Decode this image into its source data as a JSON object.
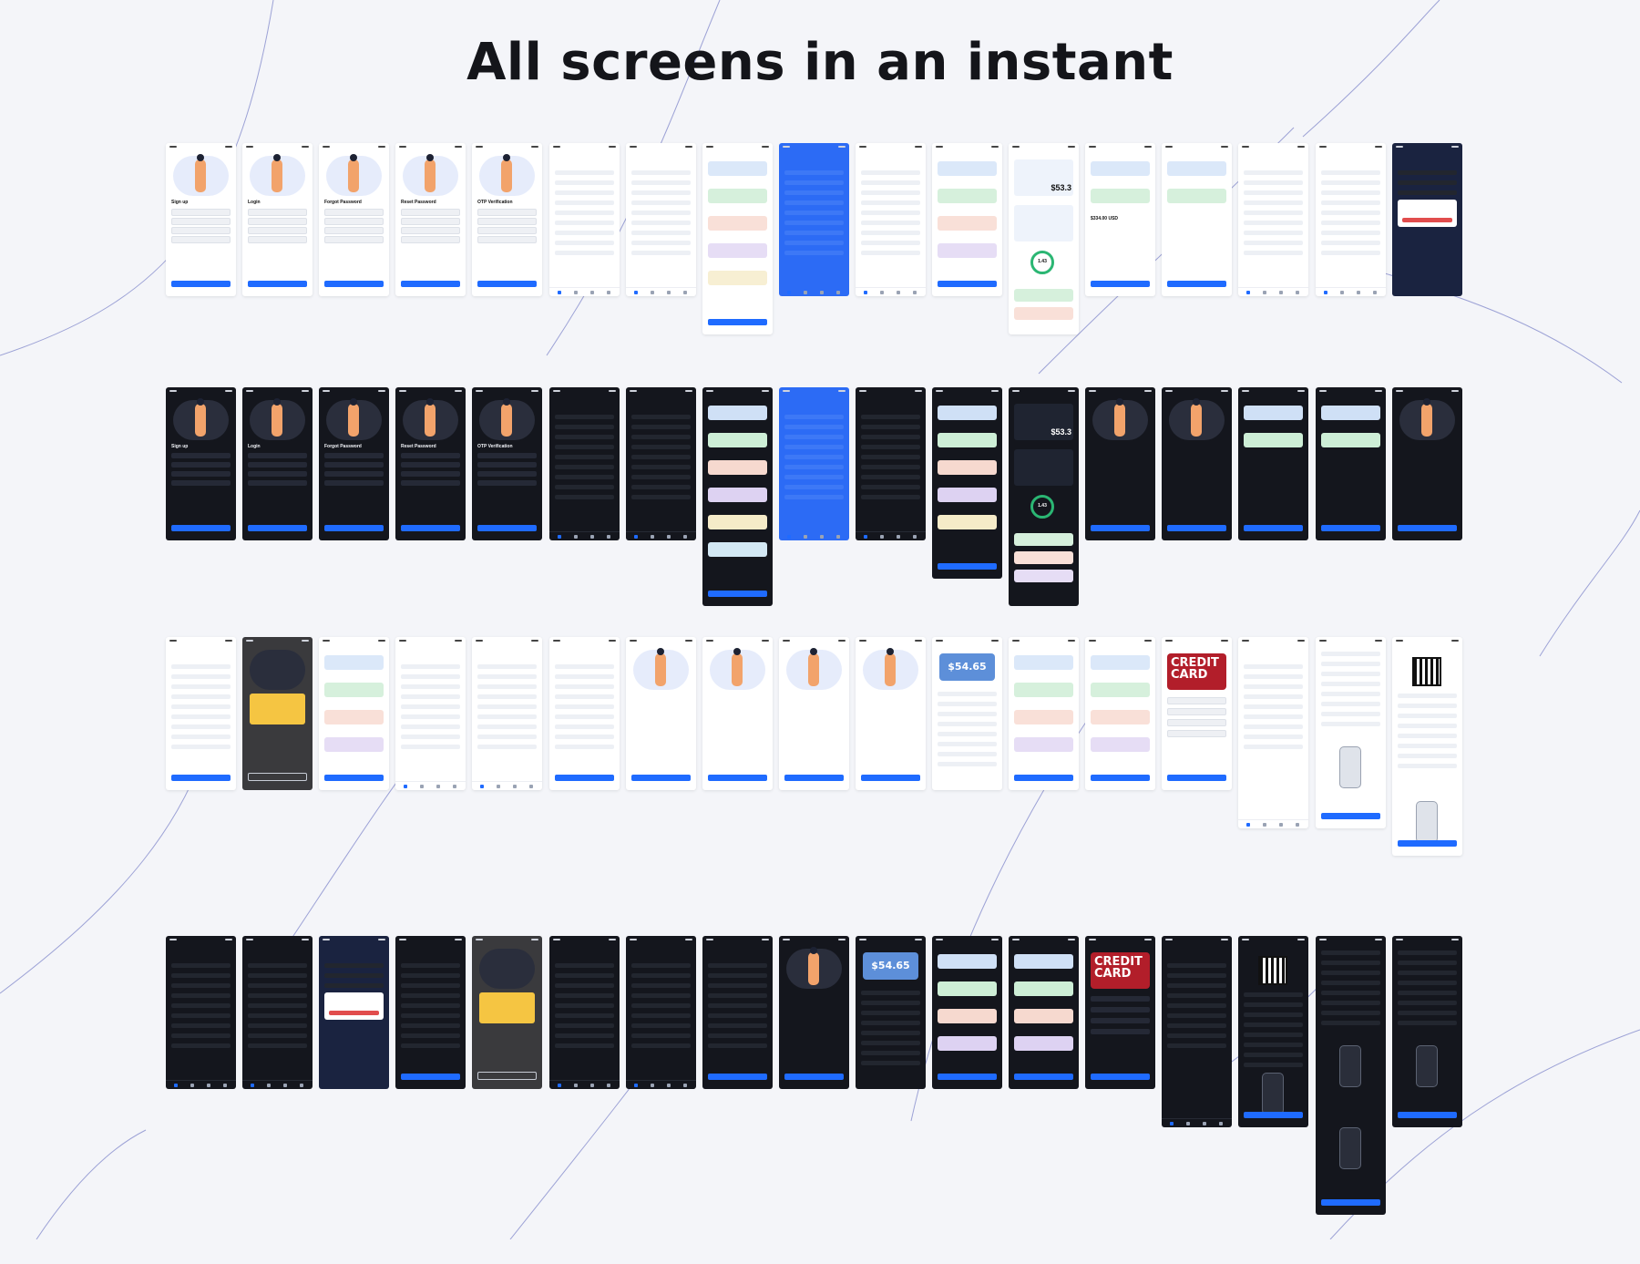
{
  "title": "All screens in an instant",
  "accent_color": "#1f6bff",
  "rows": [
    {
      "screens": [
        {
          "id": "signup-light",
          "theme": "light",
          "text": "Sign up",
          "variant": "illus-form",
          "tall": ""
        },
        {
          "id": "login-light",
          "theme": "light",
          "text": "Login",
          "variant": "illus-form",
          "tall": ""
        },
        {
          "id": "forgot-light",
          "theme": "light",
          "text": "Forgot Password",
          "variant": "illus-form",
          "tall": ""
        },
        {
          "id": "reset-light",
          "theme": "light",
          "text": "Reset Password",
          "variant": "illus-form",
          "tall": ""
        },
        {
          "id": "otp-light",
          "theme": "light",
          "text": "OTP Verification",
          "variant": "illus-form",
          "tall": ""
        },
        {
          "id": "home-light",
          "theme": "light",
          "text": "",
          "variant": "list",
          "tall": ""
        },
        {
          "id": "search-light",
          "theme": "light",
          "text": "",
          "variant": "list",
          "tall": ""
        },
        {
          "id": "esims-light",
          "theme": "light",
          "text": "",
          "variant": "cards",
          "tall": "tall"
        },
        {
          "id": "menu-blue",
          "theme": "blue",
          "text": "",
          "variant": "list",
          "tall": ""
        },
        {
          "id": "countries-light",
          "theme": "light",
          "text": "",
          "variant": "list",
          "tall": ""
        },
        {
          "id": "plans-light",
          "theme": "light",
          "text": "",
          "variant": "cards",
          "tall": ""
        },
        {
          "id": "usage-light",
          "theme": "light",
          "text": "$53.3",
          "variant": "usage",
          "ring": "1.43",
          "tall": "tall"
        },
        {
          "id": "checkout-light",
          "theme": "light",
          "text": "$334.00 USD",
          "variant": "checkout",
          "tall": ""
        },
        {
          "id": "order-light",
          "theme": "light",
          "text": "",
          "variant": "checkout",
          "tall": ""
        },
        {
          "id": "more-light",
          "theme": "light",
          "text": "",
          "variant": "list",
          "tall": ""
        },
        {
          "id": "orders-light",
          "theme": "light",
          "text": "",
          "variant": "list",
          "tall": ""
        },
        {
          "id": "logout-navy",
          "theme": "navy",
          "text": "",
          "variant": "modal",
          "tall": ""
        }
      ]
    },
    {
      "screens": [
        {
          "id": "signup-dark",
          "theme": "dark",
          "text": "Sign up",
          "variant": "illus-form",
          "tall": ""
        },
        {
          "id": "login-dark",
          "theme": "dark",
          "text": "Login",
          "variant": "illus-form",
          "tall": ""
        },
        {
          "id": "forgot-dark",
          "theme": "dark",
          "text": "Forgot Password",
          "variant": "illus-form",
          "tall": ""
        },
        {
          "id": "reset-dark",
          "theme": "dark",
          "text": "Reset Password",
          "variant": "illus-form",
          "tall": ""
        },
        {
          "id": "otp-dark",
          "theme": "dark",
          "text": "OTP Verification",
          "variant": "illus-form",
          "tall": ""
        },
        {
          "id": "home-dark",
          "theme": "dark",
          "text": "",
          "variant": "list",
          "tall": ""
        },
        {
          "id": "search-dark",
          "theme": "dark",
          "text": "",
          "variant": "list",
          "tall": ""
        },
        {
          "id": "esims-dark",
          "theme": "dark",
          "text": "",
          "variant": "cards",
          "tall": "taller"
        },
        {
          "id": "menu-blue-2",
          "theme": "blue",
          "text": "",
          "variant": "list",
          "tall": ""
        },
        {
          "id": "countries-dark",
          "theme": "dark",
          "text": "",
          "variant": "list",
          "tall": ""
        },
        {
          "id": "plans-dark",
          "theme": "dark",
          "text": "",
          "variant": "cards",
          "tall": "tall"
        },
        {
          "id": "usage-dark",
          "theme": "dark",
          "text": "$53.3",
          "variant": "usage",
          "ring": "1.43",
          "tall": "taller"
        },
        {
          "id": "welcome-dark",
          "theme": "dark",
          "text": "",
          "variant": "illus-only",
          "tall": ""
        },
        {
          "id": "welcome2-dark",
          "theme": "dark",
          "text": "",
          "variant": "illus-only",
          "tall": ""
        },
        {
          "id": "checkout-dark",
          "theme": "dark",
          "text": "",
          "variant": "checkout",
          "tall": ""
        },
        {
          "id": "order-dark",
          "theme": "dark",
          "text": "",
          "variant": "checkout",
          "tall": ""
        },
        {
          "id": "savecard-dark",
          "theme": "dark",
          "text": "",
          "variant": "illus-only",
          "tall": ""
        }
      ]
    },
    {
      "screens": [
        {
          "id": "refer-light",
          "theme": "light",
          "text": "",
          "variant": "form",
          "tall": ""
        },
        {
          "id": "loyalty-dim",
          "theme": "dim",
          "text": "",
          "variant": "loyalty",
          "tall": ""
        },
        {
          "id": "airmoney-light",
          "theme": "light",
          "text": "",
          "variant": "cards",
          "tall": ""
        },
        {
          "id": "contact-light",
          "theme": "light",
          "text": "",
          "variant": "list",
          "tall": ""
        },
        {
          "id": "languages-light",
          "theme": "light",
          "text": "",
          "variant": "list",
          "tall": ""
        },
        {
          "id": "org-light",
          "theme": "light",
          "text": "",
          "variant": "form",
          "tall": ""
        },
        {
          "id": "saved-light",
          "theme": "light",
          "text": "",
          "variant": "illus-only",
          "tall": ""
        },
        {
          "id": "welcome-light",
          "theme": "light",
          "text": "",
          "variant": "illus-only",
          "tall": ""
        },
        {
          "id": "welcome2-light",
          "theme": "light",
          "text": "",
          "variant": "illus-only",
          "tall": ""
        },
        {
          "id": "savecard-light",
          "theme": "light",
          "text": "",
          "variant": "illus-only",
          "tall": ""
        },
        {
          "id": "wallet-light",
          "theme": "light",
          "text": "$54.65",
          "variant": "wallet",
          "tall": ""
        },
        {
          "id": "airmoney2-light",
          "theme": "light",
          "text": "",
          "variant": "cards",
          "tall": ""
        },
        {
          "id": "payment-light",
          "theme": "light",
          "text": "",
          "variant": "cards",
          "tall": ""
        },
        {
          "id": "creditcard-light",
          "theme": "light",
          "text": "CREDIT CARD",
          "variant": "credit",
          "tall": ""
        },
        {
          "id": "install-light",
          "theme": "light",
          "text": "",
          "variant": "list",
          "tall": "tall"
        },
        {
          "id": "guide-light",
          "theme": "light",
          "text": "",
          "variant": "phone",
          "tall": "tall"
        },
        {
          "id": "qr-light",
          "theme": "light",
          "text": "",
          "variant": "qr",
          "tall": "taller"
        }
      ]
    },
    {
      "screens": [
        {
          "id": "more-dark",
          "theme": "dark",
          "text": "",
          "variant": "list",
          "tall": ""
        },
        {
          "id": "orders-dark",
          "theme": "dark",
          "text": "",
          "variant": "list",
          "tall": ""
        },
        {
          "id": "logout-dark",
          "theme": "navy",
          "text": "",
          "variant": "modal",
          "tall": ""
        },
        {
          "id": "refer-dark",
          "theme": "dark",
          "text": "",
          "variant": "form",
          "tall": ""
        },
        {
          "id": "loyalty-dark",
          "theme": "dim",
          "text": "",
          "variant": "loyalty",
          "tall": ""
        },
        {
          "id": "contact-dark",
          "theme": "dark",
          "text": "",
          "variant": "list",
          "tall": ""
        },
        {
          "id": "languages-dark",
          "theme": "dark",
          "text": "",
          "variant": "list",
          "tall": ""
        },
        {
          "id": "org-dark",
          "theme": "dark",
          "text": "",
          "variant": "form",
          "tall": ""
        },
        {
          "id": "savecard2-dark",
          "theme": "dark",
          "text": "",
          "variant": "illus-only",
          "tall": ""
        },
        {
          "id": "wallet-dark",
          "theme": "dark",
          "text": "$54.65",
          "variant": "wallet",
          "tall": ""
        },
        {
          "id": "airmoney-dark",
          "theme": "dark",
          "text": "",
          "variant": "cards",
          "tall": ""
        },
        {
          "id": "payment-dark",
          "theme": "dark",
          "text": "",
          "variant": "cards",
          "tall": ""
        },
        {
          "id": "creditcard-dark",
          "theme": "dark",
          "text": "CREDIT CARD",
          "variant": "credit",
          "tall": ""
        },
        {
          "id": "install-dark",
          "theme": "dark",
          "text": "",
          "variant": "list",
          "tall": "tall"
        },
        {
          "id": "qr-dark",
          "theme": "dark",
          "text": "",
          "variant": "qr",
          "tall": "tall"
        },
        {
          "id": "guide-dark",
          "theme": "dark",
          "text": "",
          "variant": "phone",
          "tall": "tallest"
        },
        {
          "id": "guide2-dark",
          "theme": "dark",
          "text": "",
          "variant": "phone",
          "tall": "tall"
        }
      ]
    }
  ]
}
